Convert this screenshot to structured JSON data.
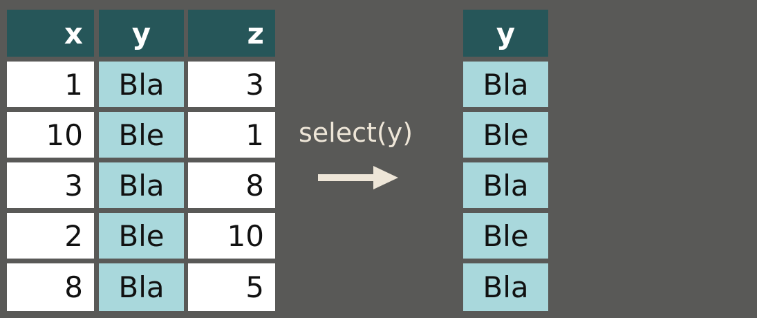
{
  "input_table": {
    "headers": [
      "x",
      "y",
      "z"
    ],
    "rows": [
      [
        "1",
        "Bla",
        "3"
      ],
      [
        "10",
        "Ble",
        "1"
      ],
      [
        "3",
        "Bla",
        "8"
      ],
      [
        "2",
        "Ble",
        "10"
      ],
      [
        "8",
        "Bla",
        "5"
      ]
    ]
  },
  "operation": {
    "label": "select(y)"
  },
  "output_table": {
    "headers": [
      "y"
    ],
    "rows": [
      [
        "Bla"
      ],
      [
        "Ble"
      ],
      [
        "Bla"
      ],
      [
        "Ble"
      ],
      [
        "Bla"
      ]
    ]
  },
  "colors": {
    "background": "#595957",
    "header": "#265659",
    "selected_column": "#a9d8dc",
    "other_cells": "#ffffff",
    "arrow_and_label": "#eee6d8"
  }
}
